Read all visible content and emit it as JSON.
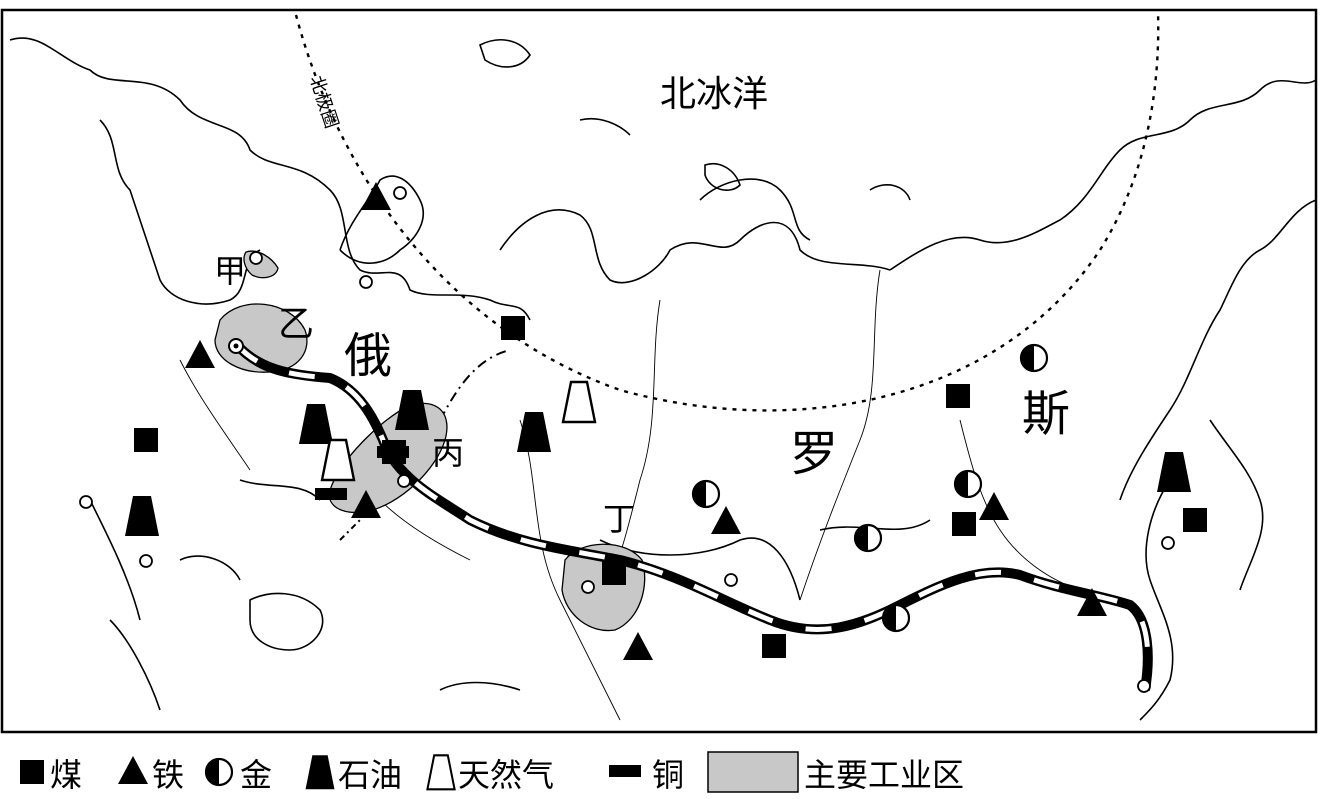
{
  "map": {
    "ocean_label": "北冰洋",
    "arctic_circle_label": "北极圈",
    "country_chars": [
      "俄",
      "罗",
      "斯"
    ],
    "point_labels": {
      "jia": "甲",
      "yi": "乙",
      "bing": "丙",
      "ding": "丁"
    },
    "colors": {
      "industrial_area": "#c8c8c8",
      "line": "#000000",
      "background": "#ffffff"
    },
    "symbols": [
      {
        "type": "iron",
        "id": "iron-kola"
      },
      {
        "type": "iron",
        "id": "iron-kursk"
      },
      {
        "type": "iron",
        "id": "iron-urals-s"
      },
      {
        "type": "iron",
        "id": "iron-siberia"
      },
      {
        "type": "iron",
        "id": "iron-kuzbass"
      },
      {
        "type": "iron",
        "id": "iron-yakutia"
      },
      {
        "type": "iron",
        "id": "iron-far-east"
      },
      {
        "type": "coal",
        "id": "coal-pechora"
      },
      {
        "type": "coal",
        "id": "coal-donbass"
      },
      {
        "type": "coal",
        "id": "coal-kuzbass"
      },
      {
        "type": "coal",
        "id": "coal-urals"
      },
      {
        "type": "coal",
        "id": "coal-tunguska"
      },
      {
        "type": "coal",
        "id": "coal-irkutsk"
      },
      {
        "type": "coal",
        "id": "coal-yakutia"
      },
      {
        "type": "coal",
        "id": "coal-sakhalin"
      },
      {
        "type": "gold",
        "id": "gold-kolyma"
      },
      {
        "type": "gold",
        "id": "gold-yenisei"
      },
      {
        "type": "gold",
        "id": "gold-aldan"
      },
      {
        "type": "gold",
        "id": "gold-lena"
      },
      {
        "type": "gold",
        "id": "gold-amur"
      },
      {
        "type": "oil",
        "id": "oil-volga"
      },
      {
        "type": "oil",
        "id": "oil-urals"
      },
      {
        "type": "oil",
        "id": "oil-caucasus"
      },
      {
        "type": "oil",
        "id": "oil-west-siberia"
      },
      {
        "type": "oil",
        "id": "oil-sakhalin"
      },
      {
        "type": "gas",
        "id": "gas-tyumen"
      },
      {
        "type": "gas",
        "id": "gas-volga"
      },
      {
        "type": "copper",
        "id": "copper-urals"
      },
      {
        "type": "copper",
        "id": "copper-ural-s"
      }
    ]
  },
  "legend": {
    "coal": "煤",
    "iron": "铁",
    "gold": "金",
    "oil": "石油",
    "gas": "天然气",
    "copper": "铜",
    "industrial_area": "主要工业区"
  }
}
